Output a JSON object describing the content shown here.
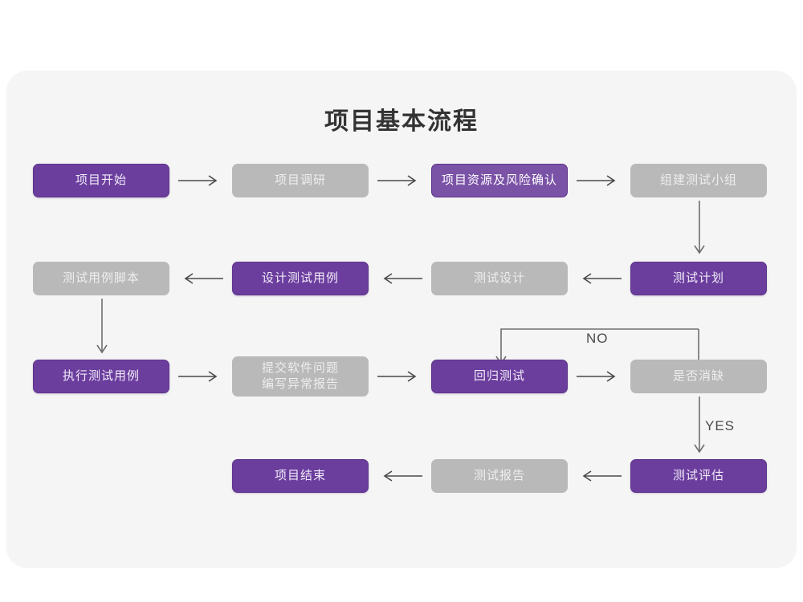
{
  "title": "项目基本流程",
  "colors": {
    "panel_background": "#f5f5f5",
    "page_background": "#ffffff",
    "accent_purple": "#6b3e9e",
    "accent_purple_alt": "#7a52a6",
    "muted_gray": "#b9b9b9",
    "title_text": "#333333",
    "arrow_stroke": "#4a4a4a"
  },
  "nodes": [
    {
      "id": "n1",
      "label": "项目开始",
      "style": "purple",
      "row": 1,
      "col": 1
    },
    {
      "id": "n2",
      "label": "项目调研",
      "style": "gray",
      "row": 1,
      "col": 2
    },
    {
      "id": "n3",
      "label": "项目资源及风险确认",
      "style": "purple-alt",
      "row": 1,
      "col": 3
    },
    {
      "id": "n4",
      "label": "组建测试小组",
      "style": "gray",
      "row": 1,
      "col": 4
    },
    {
      "id": "n5",
      "label": "测试用例脚本",
      "style": "gray",
      "row": 2,
      "col": 1
    },
    {
      "id": "n6",
      "label": "设计测试用例",
      "style": "purple",
      "row": 2,
      "col": 2
    },
    {
      "id": "n7",
      "label": "测试设计",
      "style": "gray",
      "row": 2,
      "col": 3
    },
    {
      "id": "n8",
      "label": "测试计划",
      "style": "purple",
      "row": 2,
      "col": 4
    },
    {
      "id": "n9",
      "label": "执行测试用例",
      "style": "purple",
      "row": 3,
      "col": 1
    },
    {
      "id": "n10",
      "label_line1": "提交软件问题",
      "label_line2": "编写异常报告",
      "style": "gray",
      "row": 3,
      "col": 2
    },
    {
      "id": "n11",
      "label": "回归测试",
      "style": "purple",
      "row": 3,
      "col": 3
    },
    {
      "id": "n12",
      "label": "是否消缺",
      "style": "gray",
      "row": 3,
      "col": 4
    },
    {
      "id": "n13",
      "label": "项目结束",
      "style": "purple",
      "row": 4,
      "col": 2
    },
    {
      "id": "n14",
      "label": "测试报告",
      "style": "gray",
      "row": 4,
      "col": 3
    },
    {
      "id": "n15",
      "label": "测试评估",
      "style": "purple",
      "row": 4,
      "col": 4
    }
  ],
  "branch_labels": {
    "no": "NO",
    "yes": "YES"
  },
  "edges": [
    {
      "from": "n1",
      "to": "n2",
      "direction": "right"
    },
    {
      "from": "n2",
      "to": "n3",
      "direction": "right"
    },
    {
      "from": "n3",
      "to": "n4",
      "direction": "right"
    },
    {
      "from": "n4",
      "to": "n8",
      "direction": "down"
    },
    {
      "from": "n8",
      "to": "n7",
      "direction": "left"
    },
    {
      "from": "n7",
      "to": "n6",
      "direction": "left"
    },
    {
      "from": "n6",
      "to": "n5",
      "direction": "left"
    },
    {
      "from": "n5",
      "to": "n9",
      "direction": "down"
    },
    {
      "from": "n9",
      "to": "n10",
      "direction": "right"
    },
    {
      "from": "n10",
      "to": "n11",
      "direction": "right"
    },
    {
      "from": "n11",
      "to": "n12",
      "direction": "right"
    },
    {
      "from": "n12",
      "to": "n11",
      "direction": "elbow-up-left",
      "label": "NO"
    },
    {
      "from": "n12",
      "to": "n15",
      "direction": "down",
      "label": "YES"
    },
    {
      "from": "n15",
      "to": "n14",
      "direction": "left"
    },
    {
      "from": "n14",
      "to": "n13",
      "direction": "left"
    }
  ]
}
